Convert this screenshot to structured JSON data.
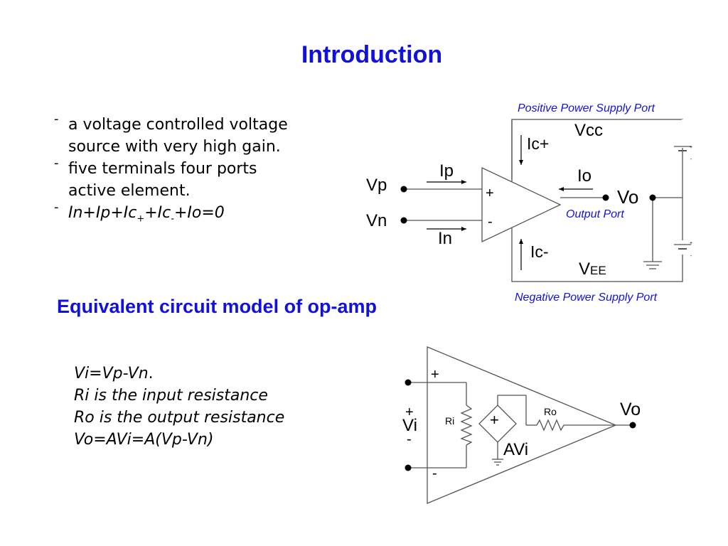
{
  "title": "Introduction",
  "bullets": {
    "mark": "-",
    "line1": "a voltage controlled voltage",
    "line1b": "source with very high gain.",
    "line2": "five terminals four ports",
    "line2b": "active element.",
    "eq_parts": [
      "In+Ip+Ic",
      "+",
      "+Ic",
      "-",
      "+Io=0"
    ]
  },
  "subtitle": "Equivalent circuit model of op-amp",
  "equations": {
    "line1": "Vi=Vp-Vn",
    "line1_end": ".",
    "line2": "Ri is the input resistance",
    "line3": "Ro is the output resistance",
    "line4": "Vo=AVi=A(Vp-Vn)"
  },
  "diagram1": {
    "pos_supply_label": "Positive Power Supply Port",
    "neg_supply_label": "Negative Power Supply Port",
    "output_port_label": "Output Port",
    "vcc": "Vcc",
    "vee_main": "V",
    "vee_sub": "EE",
    "ic_plus": "Ic+",
    "ic_minus": "Ic-",
    "ip": "Ip",
    "in": "In",
    "io": "Io",
    "vp": "Vp",
    "vn": "Vn",
    "vo": "Vo",
    "plus": "+",
    "minus": "-",
    "battery_plus": "+",
    "battery_minus": "-"
  },
  "diagram2": {
    "plus_top": "+",
    "minus_bottom": "-",
    "vi_plus": "+",
    "vi": "Vi",
    "vi_minus": "-",
    "ri": "Ri",
    "ro": "Ro",
    "src_plus": "+",
    "avi": "AVi",
    "vo": "Vo"
  },
  "colors": {
    "accent": "#1111dd",
    "wire": "#555555"
  }
}
